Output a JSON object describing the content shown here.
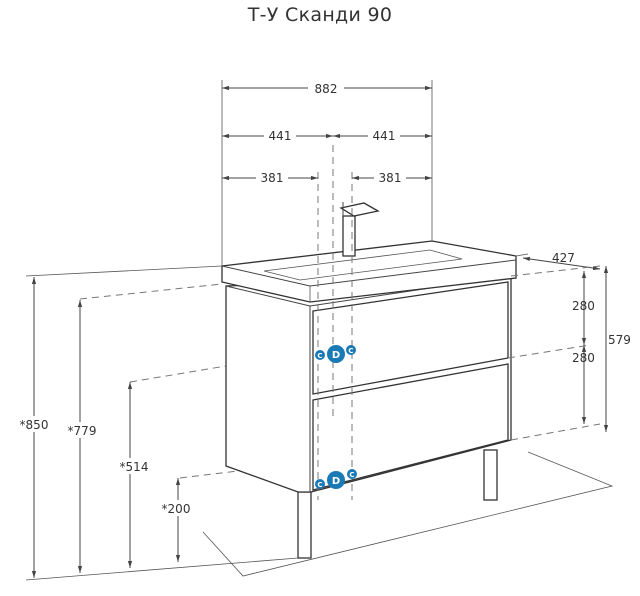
{
  "title": "Т-У Сканди 90",
  "dimensions": {
    "total_width": "882",
    "half_left": "441",
    "half_right": "441",
    "offset_left": "381",
    "offset_right": "381",
    "depth": "427",
    "drawer_top": "280",
    "drawer_bottom": "280",
    "body_height": "579",
    "total_height": "*850",
    "height_779": "*779",
    "height_514": "*514",
    "height_200": "*200"
  },
  "markers": {
    "cold": "C",
    "drain": "D",
    "hot": "C"
  },
  "colors": {
    "marker": "#1a7ab5",
    "lines": "#333333"
  }
}
